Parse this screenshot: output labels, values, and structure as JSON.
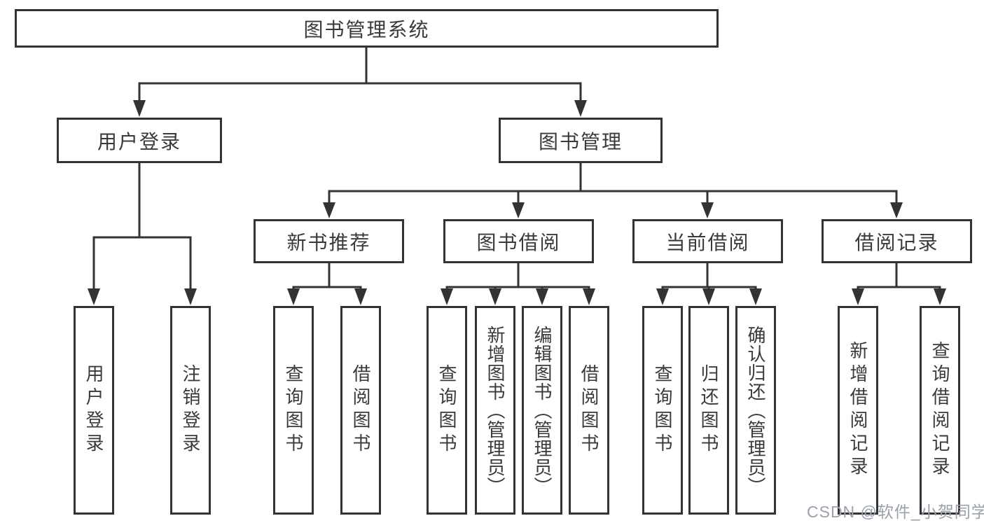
{
  "diagram": {
    "root": {
      "label": "图书管理系统"
    },
    "level2": [
      {
        "label": "用户登录"
      },
      {
        "label": "图书管理"
      }
    ],
    "level3": [
      {
        "label": "新书推荐"
      },
      {
        "label": "图书借阅"
      },
      {
        "label": "当前借阅"
      },
      {
        "label": "借阅记录"
      }
    ],
    "leaves": [
      {
        "label": "用户登录"
      },
      {
        "label": "注销登录"
      },
      {
        "label": "查询图书"
      },
      {
        "label": "借阅图书"
      },
      {
        "label": "查询图书"
      },
      {
        "label": "新增图书（管理员）"
      },
      {
        "label": "编辑图书（管理员）"
      },
      {
        "label": "借阅图书"
      },
      {
        "label": "查询图书"
      },
      {
        "label": "归还图书"
      },
      {
        "label": "确认归还（管理员）"
      },
      {
        "label": "新增借阅记录"
      },
      {
        "label": "查询借阅记录"
      }
    ],
    "colors": {
      "line": "#333333",
      "text": "#3a3a3a",
      "watermark": "#9aa1ac",
      "background": "#ffffff"
    }
  },
  "watermark": {
    "text": "CSDN @软件_小贺同学"
  }
}
